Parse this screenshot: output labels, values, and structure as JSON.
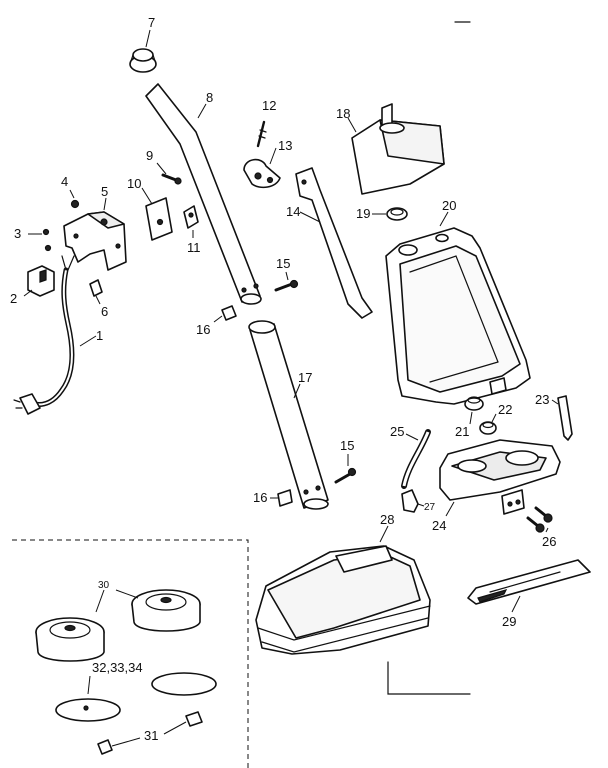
{
  "labels": {
    "p1": "1",
    "p2": "2",
    "p3": "3",
    "p4": "4",
    "p5": "5",
    "p6": "6",
    "p7": "7",
    "p8": "8",
    "p9": "9",
    "p10": "10",
    "p11": "11",
    "p12": "12",
    "p13": "13",
    "p14": "14",
    "p15a": "15",
    "p15b": "15",
    "p16a": "16",
    "p16b": "16",
    "p17": "17",
    "p18": "18",
    "p19": "19",
    "p20": "20",
    "p21": "21",
    "p22": "22",
    "p23": "23",
    "p24": "24",
    "p25": "25",
    "p26": "26",
    "p27": "27",
    "p28": "28",
    "p29": "29",
    "p30": "30",
    "p31": "31",
    "p32": "32,33,34"
  }
}
